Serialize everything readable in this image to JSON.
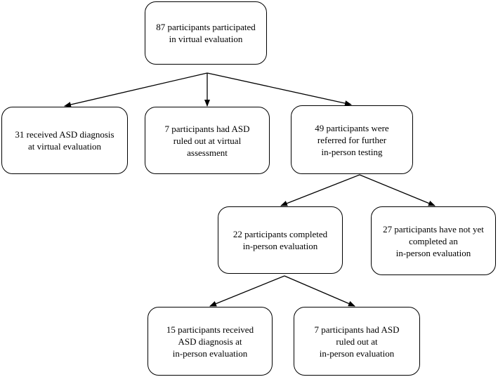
{
  "flowchart": {
    "nodes": {
      "root": "87 participants participated\nin virtual evaluation",
      "virtual_dx": "31 received ASD diagnosis\nat virtual evaluation",
      "virtual_ruled_out": "7 participants had ASD\nruled out at virtual\nassessment",
      "referred": "49 participants were\nreferred for further\nin-person testing",
      "completed": "22 participants completed\nin-person evaluation",
      "not_completed": "27 participants have not yet\ncompleted an\nin-person evaluation",
      "inperson_dx": "15 participants received\nASD diagnosis at\nin-person evaluation",
      "inperson_ruled_out": "7 participants had ASD\nruled out at\nin-person evaluation"
    },
    "edges": [
      {
        "from": "root",
        "to": "virtual_dx"
      },
      {
        "from": "root",
        "to": "virtual_ruled_out"
      },
      {
        "from": "root",
        "to": "referred"
      },
      {
        "from": "referred",
        "to": "completed"
      },
      {
        "from": "referred",
        "to": "not_completed"
      },
      {
        "from": "completed",
        "to": "inperson_dx"
      },
      {
        "from": "completed",
        "to": "inperson_ruled_out"
      }
    ]
  }
}
